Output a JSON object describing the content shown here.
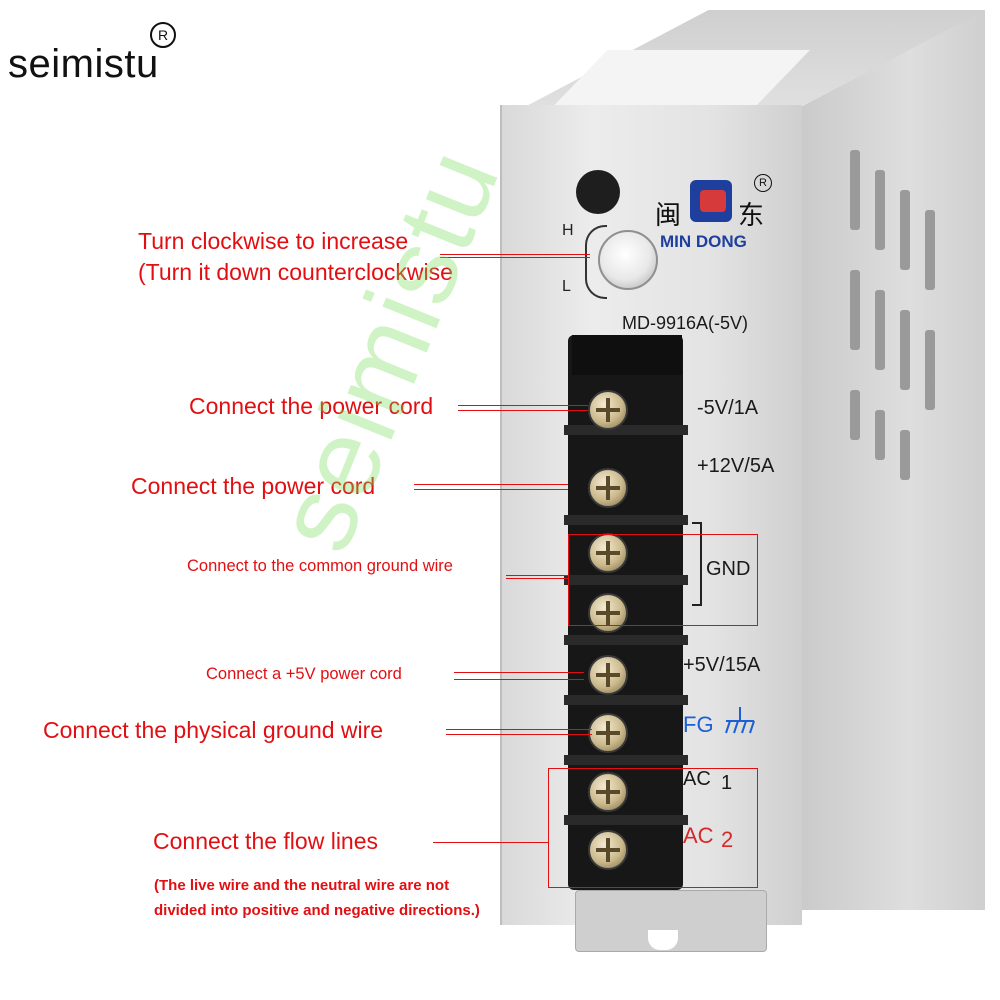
{
  "brand": {
    "name": "seimistu",
    "registered": "R"
  },
  "device": {
    "logo_cn_1": "闽",
    "logo_cn_2": "东",
    "logo_en": "MIN DONG",
    "logo_registered": "R",
    "model": "MD-9916A(-5V)",
    "pot_high": "H",
    "pot_low": "L"
  },
  "terminals": {
    "minus5": "-5V/1A",
    "plus12": "+12V/5A",
    "gnd": "GND",
    "plus5": "+5V/15A",
    "fg": "FG",
    "ac1_label": "AC",
    "ac1_num": "1",
    "ac2_label": "AC",
    "ac2_num": "2"
  },
  "callouts": {
    "pot_line1": "Turn clockwise to increase",
    "pot_line2": "(Turn it down counterclockwise",
    "power_cord_1": "Connect the power cord",
    "power_cord_2": "Connect the power cord",
    "common_ground": "Connect to the common ground wire",
    "plus5_cord": "Connect a +5V power cord",
    "physical_ground": "Connect the physical ground wire",
    "flow_lines": "Connect the flow lines",
    "flow_note_line1": "(The live wire and the neutral wire are not",
    "flow_note_line2": "divided into positive and negative directions.)"
  },
  "watermark": "seimistu",
  "colors": {
    "callout_red": "#e20f12",
    "fg_blue": "#1d5fd6",
    "ac2_red": "#d62a2a",
    "logo_blue": "#1f3f9e"
  }
}
